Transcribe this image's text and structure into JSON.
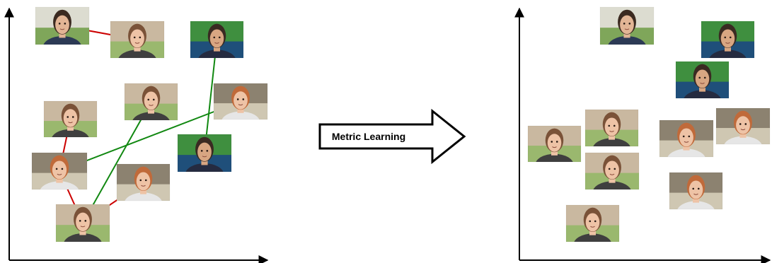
{
  "arrow": {
    "label": "Metric Learning"
  },
  "colors": {
    "axis": "#000000",
    "similar_link": "#cc0000",
    "dissimilar_link": "#118811",
    "arrow_fill": "#ffffff",
    "arrow_stroke": "#000000"
  },
  "people": {
    "A": {
      "skin": "#e2b595",
      "hair": "#3b2a20",
      "shirt": "#2c3a55",
      "bg": "#7fa65a",
      "bg2": "#dcdcd0"
    },
    "B": {
      "skin": "#eec3a6",
      "hair": "#7a5238",
      "shirt": "#3f3f3f",
      "bg": "#9ab86e",
      "bg2": "#c9b8a0"
    },
    "C": {
      "skin": "#eec3a6",
      "hair": "#c06a3a",
      "shirt": "#e6e6e6",
      "bg": "#cfc7b2",
      "bg2": "#8c8270"
    },
    "D": {
      "skin": "#d8a682",
      "hair": "#3a2a22",
      "shirt": "#252b40",
      "bg": "#1f4f7a",
      "bg2": "#3f8f3f"
    }
  },
  "before": {
    "photos": [
      {
        "id": "p1",
        "person": "A"
      },
      {
        "id": "p2",
        "person": "B"
      },
      {
        "id": "p3",
        "person": "D"
      },
      {
        "id": "p4",
        "person": "B"
      },
      {
        "id": "p5",
        "person": "C"
      },
      {
        "id": "p6",
        "person": "B"
      },
      {
        "id": "p7",
        "person": "D"
      },
      {
        "id": "p8",
        "person": "C"
      },
      {
        "id": "p9",
        "person": "C"
      },
      {
        "id": "p10",
        "person": "B"
      }
    ],
    "links": [
      {
        "from": "p1",
        "to": "p2",
        "kind": "similar"
      },
      {
        "from": "p6",
        "to": "p8",
        "kind": "similar"
      },
      {
        "from": "p8",
        "to": "p10",
        "kind": "similar"
      },
      {
        "from": "p10",
        "to": "p9",
        "kind": "similar"
      },
      {
        "from": "p3",
        "to": "p7",
        "kind": "dissimilar"
      },
      {
        "from": "p8",
        "to": "p5",
        "kind": "dissimilar"
      },
      {
        "from": "p10",
        "to": "p4",
        "kind": "dissimilar"
      }
    ]
  },
  "after": {
    "photos": [
      {
        "id": "q1",
        "person": "A"
      },
      {
        "id": "q2",
        "person": "D"
      },
      {
        "id": "q3",
        "person": "D"
      },
      {
        "id": "q4",
        "person": "B"
      },
      {
        "id": "q5",
        "person": "B"
      },
      {
        "id": "q6",
        "person": "C"
      },
      {
        "id": "q7",
        "person": "C"
      },
      {
        "id": "q8",
        "person": "B"
      },
      {
        "id": "q9",
        "person": "C"
      },
      {
        "id": "q10",
        "person": "B"
      }
    ]
  }
}
